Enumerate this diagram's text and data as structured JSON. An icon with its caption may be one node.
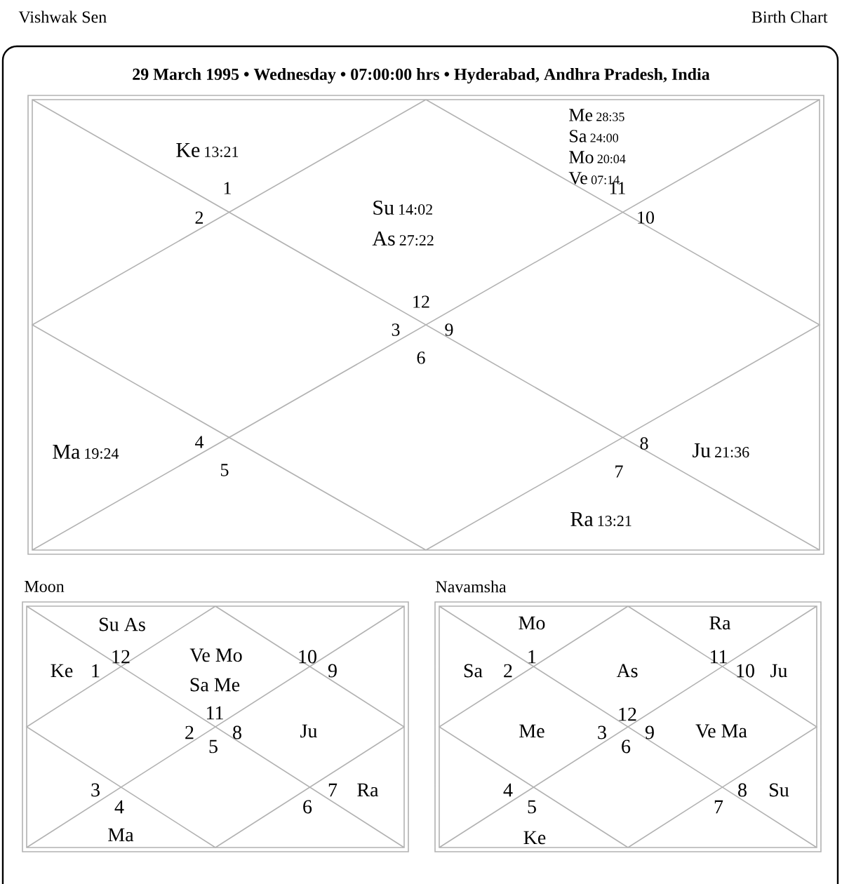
{
  "diagram": {
    "labels": [
      "Vishwak Sen",
      "Birth Chart",
      "29 March 1995 • Wednesday • 07:00:00 hrs • Hyderabad, Andhra Pradesh, India",
      "Ke",
      "13:21",
      "Me",
      "28:35",
      "Sa",
      "24:00",
      "Mo",
      "20:04",
      "Ve",
      "07:14",
      "1",
      "2",
      "11",
      "Su",
      "14:02",
      "As",
      "27:22",
      "10",
      "12",
      "3",
      "9",
      "6",
      "Ma",
      "19:24",
      "4",
      "8",
      "Ju",
      "21:36",
      "5",
      "7",
      "Ra",
      "13:21",
      "Moon",
      "Navamsha",
      "Su As",
      "12",
      "Ke",
      "1",
      "Ve Mo",
      "10",
      "9",
      "Sa Me",
      "11",
      "2",
      "8",
      "Ju",
      "5",
      "3",
      "7",
      "Ra",
      "4",
      "6",
      "Ma",
      "Mo",
      "Ra",
      "1",
      "11",
      "Sa",
      "2",
      "As",
      "10",
      "Ju",
      "12",
      "Me",
      "3",
      "9",
      "Ve Ma",
      "6",
      "4",
      "8",
      "Su",
      "5",
      "7",
      "Ke"
    ]
  }
}
